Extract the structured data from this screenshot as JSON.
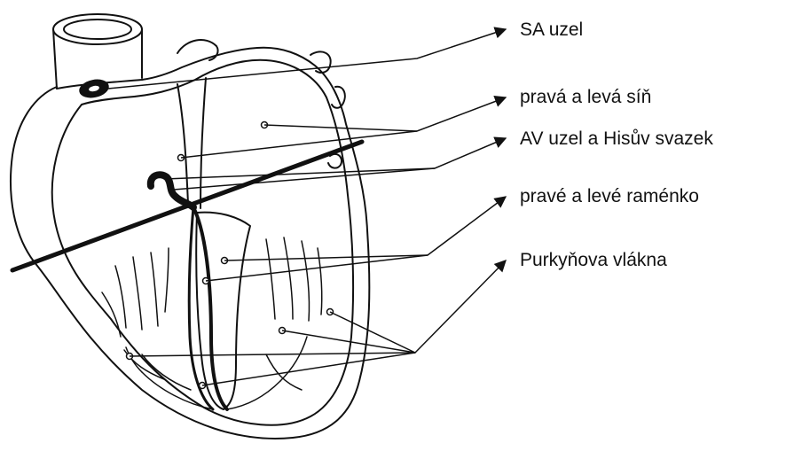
{
  "labels": {
    "sa_node": "SA uzel",
    "atria": "pravá a levá síň",
    "av_node_his": "AV uzel a Hisův svazek",
    "bundle_branches": "pravé a levé raménko",
    "purkinje": "Purkyňova vlákna"
  },
  "colors": {
    "ink": "#111111",
    "background": "#ffffff"
  }
}
